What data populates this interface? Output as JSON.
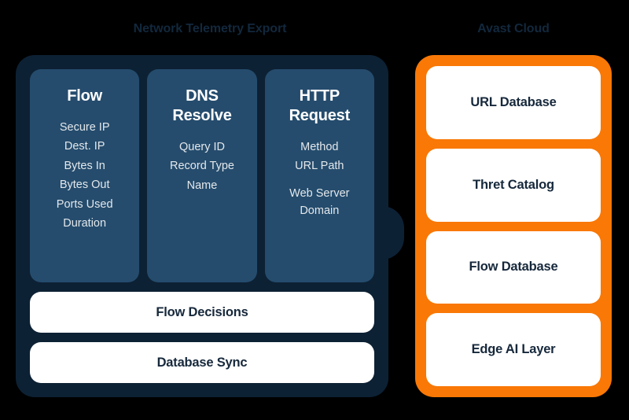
{
  "diagram": {
    "background_color": "#000000",
    "left_panel": {
      "title": "Network Telemetry Export",
      "panel_color": "#0d2134",
      "card_color": "#254c6d",
      "title_color": "#12283d",
      "columns": [
        {
          "title": "Flow",
          "items": [
            "Secure IP",
            "Dest. IP",
            "Bytes In",
            "Bytes Out",
            "Ports Used",
            "Duration"
          ]
        },
        {
          "title": "DNS\nResolve",
          "items": [
            "Query ID",
            "Record Type",
            "Name"
          ]
        },
        {
          "title": "HTTP\nRequest",
          "items": [
            "Method",
            "URL Path",
            "Web Server\nDomain"
          ]
        }
      ],
      "bars": [
        {
          "label": "Flow Decisions"
        },
        {
          "label": "Database Sync"
        }
      ]
    },
    "right_panel": {
      "title": "Avast Cloud",
      "panel_color": "#f97806",
      "card_color": "#ffffff",
      "title_color": "#12283d",
      "cards": [
        {
          "label": "URL Database"
        },
        {
          "label": "Thret Catalog"
        },
        {
          "label": "Flow Database"
        },
        {
          "label": "Edge AI Layer"
        }
      ]
    },
    "connector": {
      "name": "arrow-right-icon",
      "color": "#0d2134"
    }
  }
}
